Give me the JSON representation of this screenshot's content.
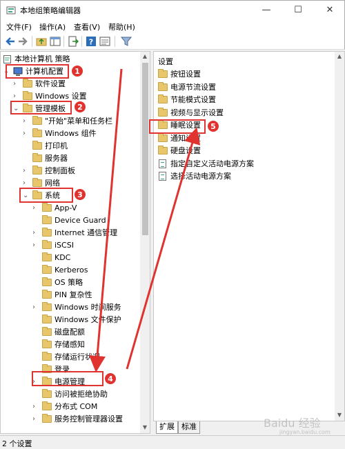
{
  "window": {
    "title": "本地组策略编辑器",
    "controls": [
      "—",
      "☐",
      "✕"
    ]
  },
  "menu": [
    "文件(F)",
    "操作(A)",
    "查看(V)",
    "帮助(H)"
  ],
  "toolbar_icons": [
    "back-arrow-icon",
    "forward-arrow-icon",
    "up-folder-icon",
    "show-tree-icon",
    "export-list-icon",
    "help-icon",
    "properties-icon",
    "filter-icon"
  ],
  "tree": {
    "root": "本地计算机 策略",
    "items": [
      {
        "label": "计算机配置",
        "level": 0,
        "icon": "computer",
        "exp": "⌄"
      },
      {
        "label": "软件设置",
        "level": 1,
        "exp": "›"
      },
      {
        "label": "Windows 设置",
        "level": 1,
        "exp": "›"
      },
      {
        "label": "管理模板",
        "level": 1,
        "exp": "⌄"
      },
      {
        "label": "\"开始\"菜单和任务栏",
        "level": 2,
        "exp": "›"
      },
      {
        "label": "Windows 组件",
        "level": 2,
        "exp": "›"
      },
      {
        "label": "打印机",
        "level": 2,
        "exp": ""
      },
      {
        "label": "服务器",
        "level": 2,
        "exp": ""
      },
      {
        "label": "控制面板",
        "level": 2,
        "exp": "›"
      },
      {
        "label": "网络",
        "level": 2,
        "exp": "›"
      },
      {
        "label": "系统",
        "level": 2,
        "exp": "⌄"
      },
      {
        "label": "App-V",
        "level": 3,
        "exp": "›"
      },
      {
        "label": "Device Guard",
        "level": 3,
        "exp": ""
      },
      {
        "label": "Internet 通信管理",
        "level": 3,
        "exp": "›"
      },
      {
        "label": "iSCSI",
        "level": 3,
        "exp": "›"
      },
      {
        "label": "KDC",
        "level": 3,
        "exp": ""
      },
      {
        "label": "Kerberos",
        "level": 3,
        "exp": ""
      },
      {
        "label": "OS 策略",
        "level": 3,
        "exp": ""
      },
      {
        "label": "PIN 复杂性",
        "level": 3,
        "exp": ""
      },
      {
        "label": "Windows 时间服务",
        "level": 3,
        "exp": "›"
      },
      {
        "label": "Windows 文件保护",
        "level": 3,
        "exp": ""
      },
      {
        "label": "磁盘配额",
        "level": 3,
        "exp": ""
      },
      {
        "label": "存储感知",
        "level": 3,
        "exp": ""
      },
      {
        "label": "存储运行状况",
        "level": 3,
        "exp": ""
      },
      {
        "label": "登录",
        "level": 3,
        "exp": ""
      },
      {
        "label": "电源管理",
        "level": 3,
        "exp": "›"
      },
      {
        "label": "访问被拒绝协助",
        "level": 3,
        "exp": ""
      },
      {
        "label": "分布式 COM",
        "level": 3,
        "exp": "›"
      },
      {
        "label": "服务控制管理器设置",
        "level": 3,
        "exp": "›"
      }
    ]
  },
  "right": {
    "header": "设置",
    "items": [
      {
        "label": "按钮设置",
        "kind": "folder"
      },
      {
        "label": "电源节流设置",
        "kind": "folder"
      },
      {
        "label": "节能模式设置",
        "kind": "folder"
      },
      {
        "label": "视频与显示设置",
        "kind": "folder"
      },
      {
        "label": "睡眠设置",
        "kind": "folder"
      },
      {
        "label": "通知设置",
        "kind": "folder"
      },
      {
        "label": "硬盘设置",
        "kind": "folder"
      },
      {
        "label": "指定自定义活动电源方案",
        "kind": "setting"
      },
      {
        "label": "选择活动电源方案",
        "kind": "setting"
      }
    ]
  },
  "tabs": [
    "扩展",
    "标准"
  ],
  "status": "2 个设置",
  "annotations": [
    "1",
    "2",
    "3",
    "4",
    "5"
  ],
  "watermark": {
    "brand": "Baidu 经验",
    "url": "jingyan.baidu.com"
  },
  "colors": {
    "accent": "#e0322e",
    "folder": "#e8c66b"
  }
}
